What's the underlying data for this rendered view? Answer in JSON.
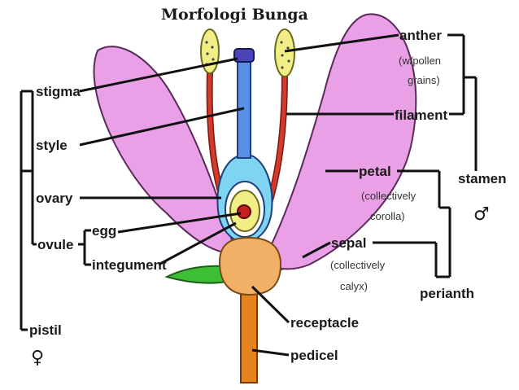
{
  "title": "Morfologi Bunga",
  "labels": {
    "anther": "anther",
    "anther_note_1": "(w/pollen",
    "anther_note_2": "grains)",
    "filament": "filament",
    "stamen": "stamen",
    "stamen_symbol": "♂",
    "petal": "petal",
    "petal_note_1": "(collectively",
    "petal_note_2": "corolla)",
    "sepal": "sepal",
    "sepal_note_1": "(collectively",
    "sepal_note_2": "calyx)",
    "perianth": "perianth",
    "receptacle": "receptacle",
    "pedicel": "pedicel",
    "stigma": "stigma",
    "style": "style",
    "ovary": "ovary",
    "egg": "egg",
    "ovule": "ovule",
    "integument": "integument",
    "pistil": "pistil",
    "pistil_symbol": "♀"
  },
  "colors": {
    "petal": "#e9a0e6",
    "petal_outline": "#5a2a5a",
    "sepal": "#3dbf35",
    "receptacle": "#f2b066",
    "pedicel": "#e5831f",
    "filament": "#d13a2c",
    "anther": "#f2ee86",
    "style": "#5a8fe6",
    "stigma": "#4a44b8",
    "ovary_outer": "#7fd4f2",
    "ovary_inner": "#f2ee86",
    "egg": "#c41f1f"
  }
}
